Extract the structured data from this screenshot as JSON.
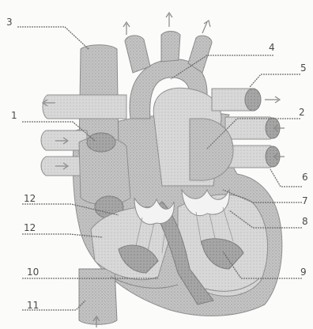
{
  "labels": {
    "l1": "1",
    "l2": "2",
    "l3": "3",
    "l4": "4",
    "l5": "5",
    "l6": "6",
    "l7": "7",
    "l8": "8",
    "l9": "9",
    "l10": "10",
    "l11": "11",
    "l12": "12",
    "l13": "12"
  },
  "colors": {
    "tissue": "#b8b8b8",
    "background": "#fbfbfa",
    "text": "#4a4a4a"
  }
}
